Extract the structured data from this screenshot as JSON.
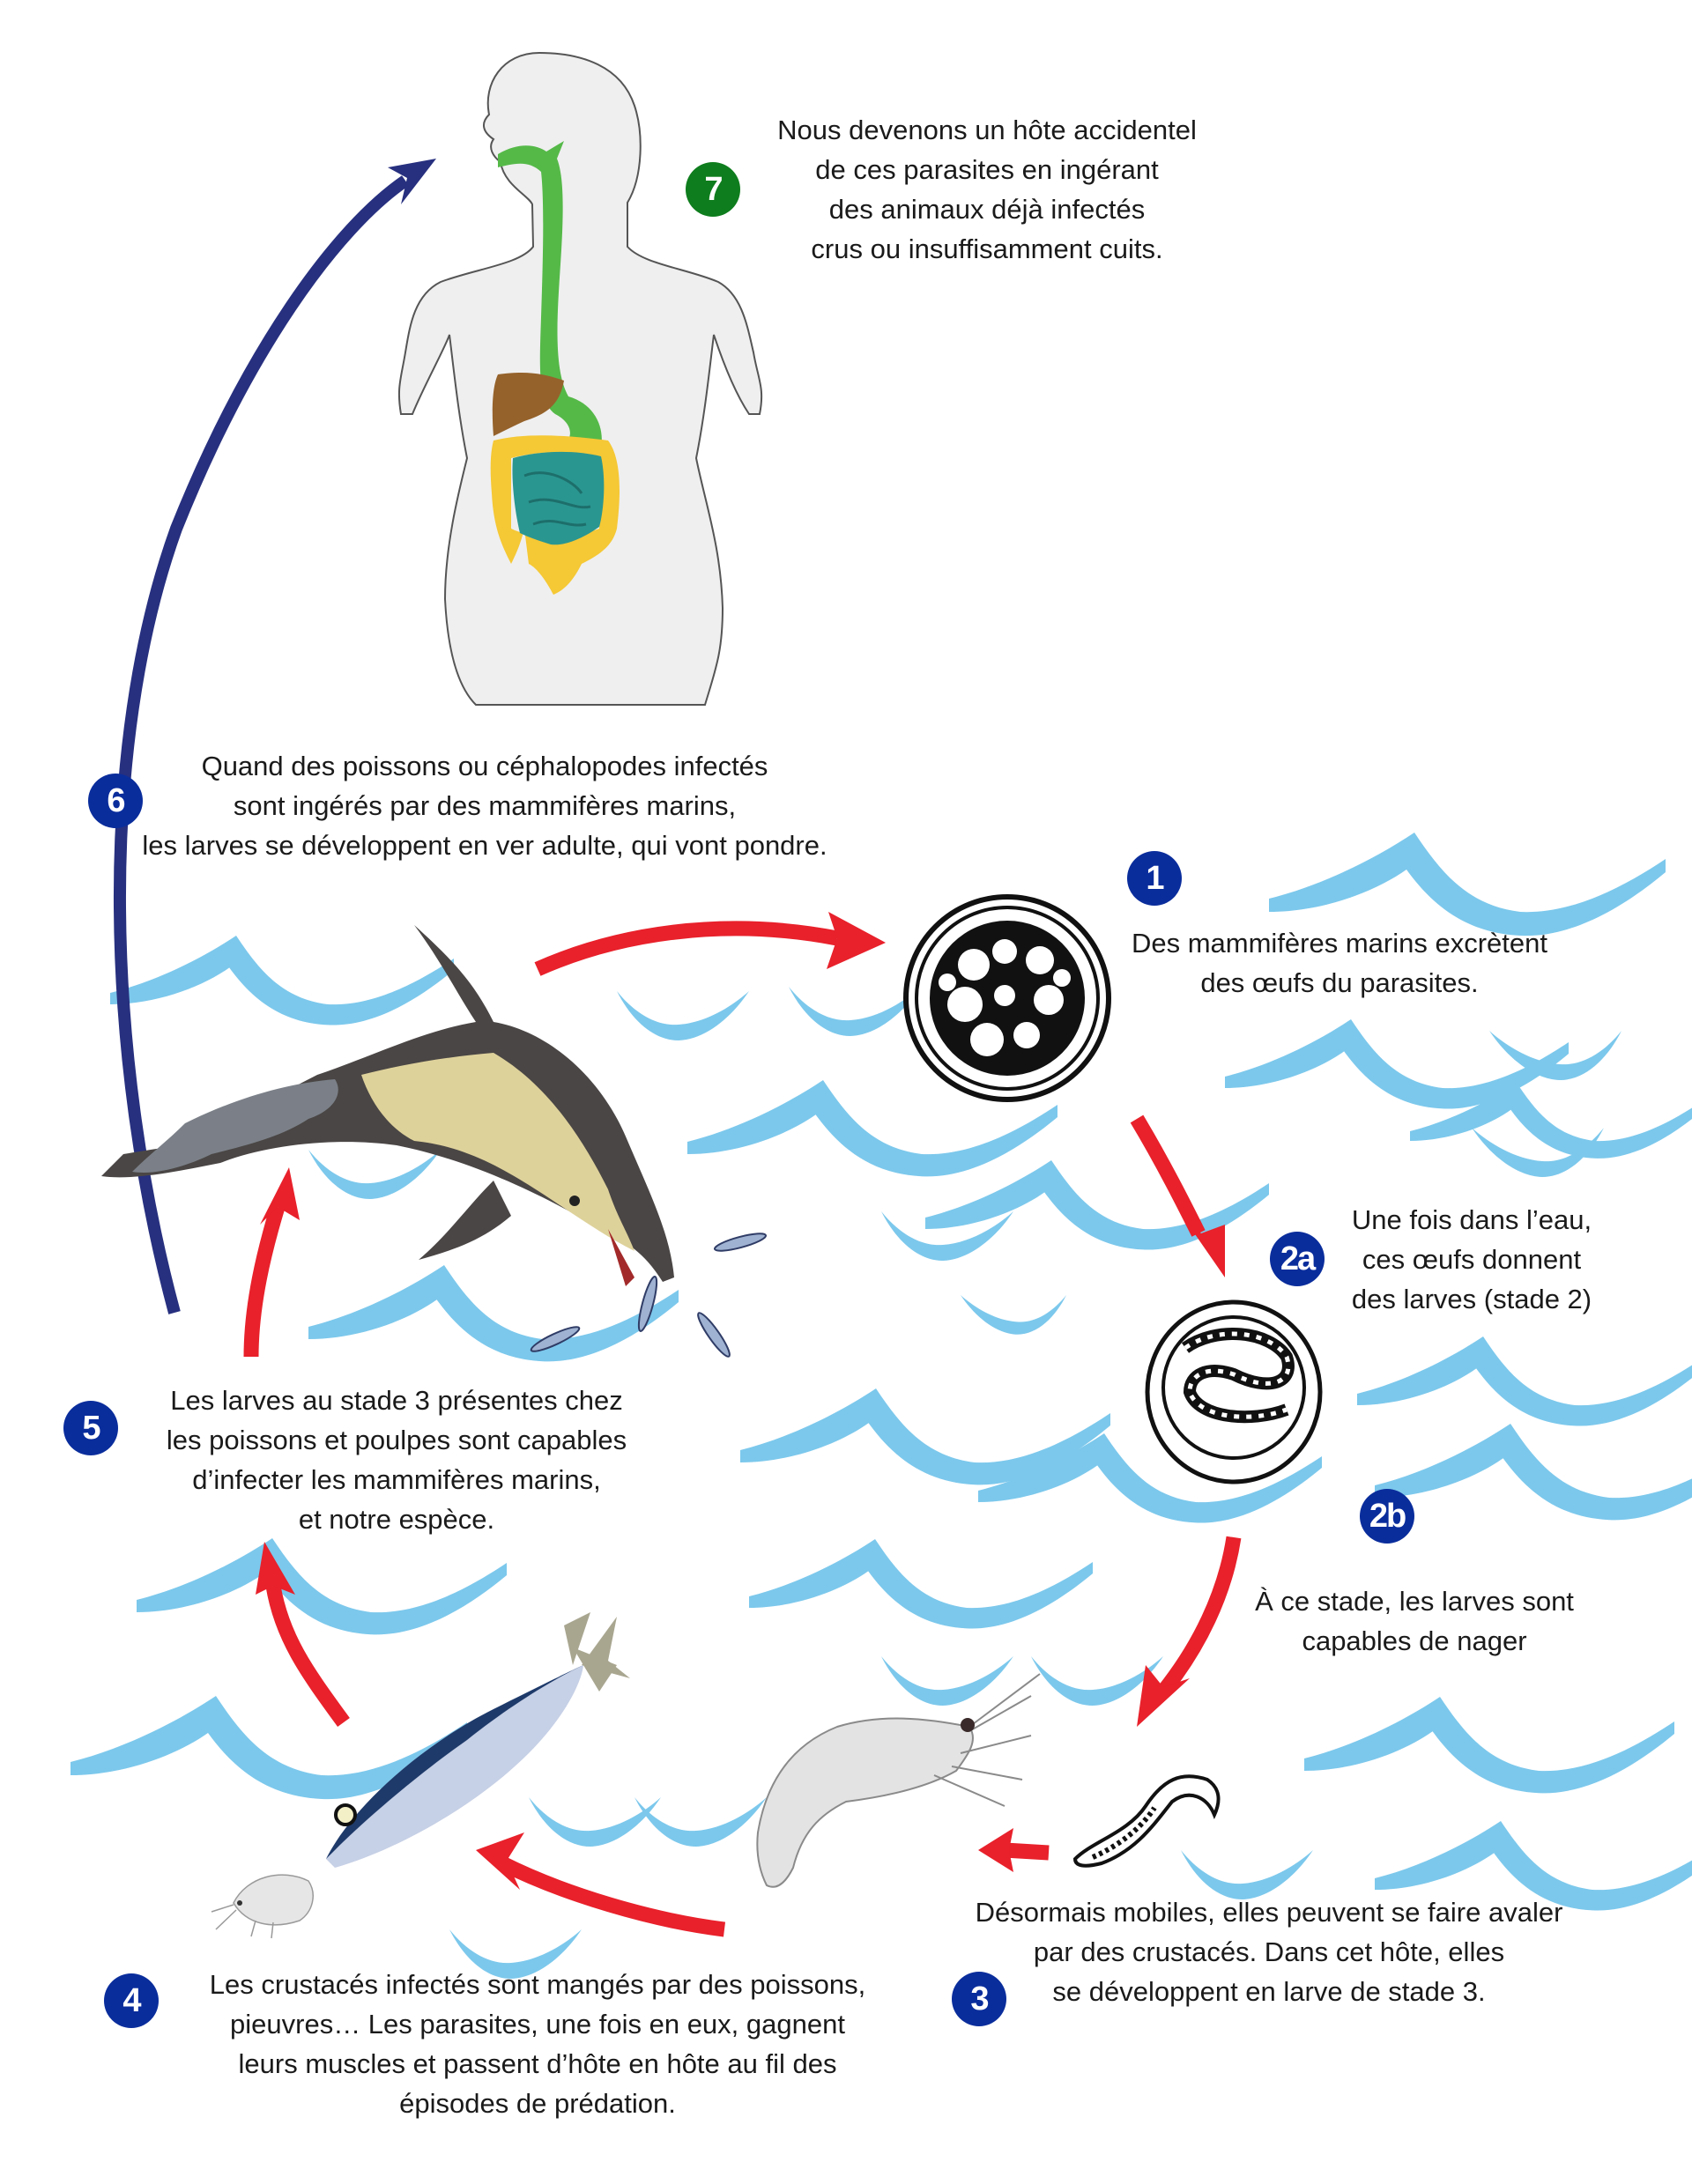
{
  "diagram": {
    "type": "parasite-life-cycle",
    "colors": {
      "step_badge_blue": "#0a2d9c",
      "step_badge_green": "#0e7d1d",
      "arrow_red": "#e8212b",
      "arrow_navy": "#27307f",
      "waves": "#7cc8ec",
      "human_body": "#efefef",
      "digestive_green": "#55b948",
      "liver_brown": "#95622b",
      "colon_yellow": "#f5c835",
      "small_intestine_teal": "#2a9690"
    },
    "steps": [
      {
        "id": "7",
        "badge": "7",
        "lines": [
          "Nous devenons un hôte accidentel",
          "de ces parasites en ingérant",
          "des animaux déjà infectés",
          "crus ou insuffisamment cuits."
        ]
      },
      {
        "id": "6",
        "badge": "6",
        "lines": [
          "Quand des poissons ou céphalopodes infectés",
          "sont ingérés par des mammifères marins,",
          "les larves se développent en ver adulte, qui vont pondre."
        ]
      },
      {
        "id": "1",
        "badge": "1",
        "lines": [
          "Des mammifères marins excrètent",
          "des œufs du parasites."
        ]
      },
      {
        "id": "2a",
        "badge": "2a",
        "lines": [
          "Une fois dans l’eau,",
          "ces œufs donnent",
          "des larves (stade 2)"
        ]
      },
      {
        "id": "2b",
        "badge": "2b",
        "lines": [
          "À ce stade, les larves sont",
          "capables de nager"
        ]
      },
      {
        "id": "5",
        "badge": "5",
        "lines": [
          "Les larves au stade 3 présentes chez",
          "les poissons et poulpes sont capables",
          "d’infecter les mammifères marins,",
          "et notre espèce."
        ]
      },
      {
        "id": "3",
        "badge": "3",
        "lines": [
          "Désormais mobiles, elles peuvent se faire avaler",
          "par des crustacés. Dans cet hôte, elles",
          "se développent en larve de stade 3."
        ]
      },
      {
        "id": "4",
        "badge": "4",
        "lines": [
          "Les crustacés infectés sont mangés par des poissons,",
          "pieuvres… Les parasites, une fois en eux, gagnent",
          "leurs muscles et passent d’hôte en hôte au fil des",
          "épisodes de prédation."
        ]
      }
    ],
    "illustrations": [
      "human-digestive-system",
      "dolphin-eating-fish",
      "parasite-egg",
      "egg-with-larva",
      "swimming-larva",
      "shrimp-crustacean",
      "mackerel-fish",
      "small-krill"
    ]
  }
}
